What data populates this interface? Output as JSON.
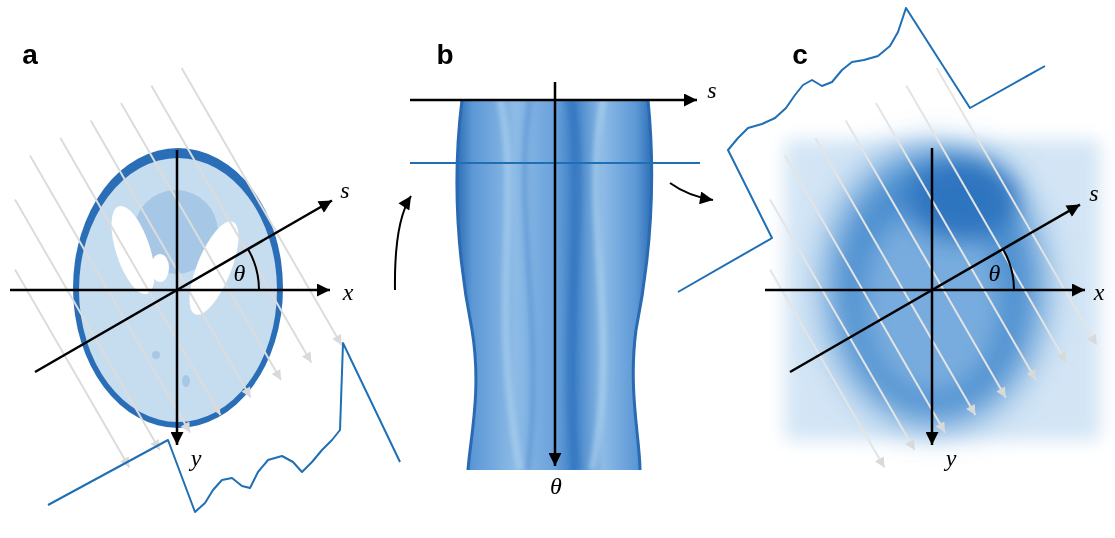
{
  "diagram": {
    "labels": [
      "a",
      "s",
      "θ",
      "x",
      "y",
      "b",
      "s",
      "θ",
      "c",
      "s",
      "θ",
      "x",
      "y"
    ]
  }
}
